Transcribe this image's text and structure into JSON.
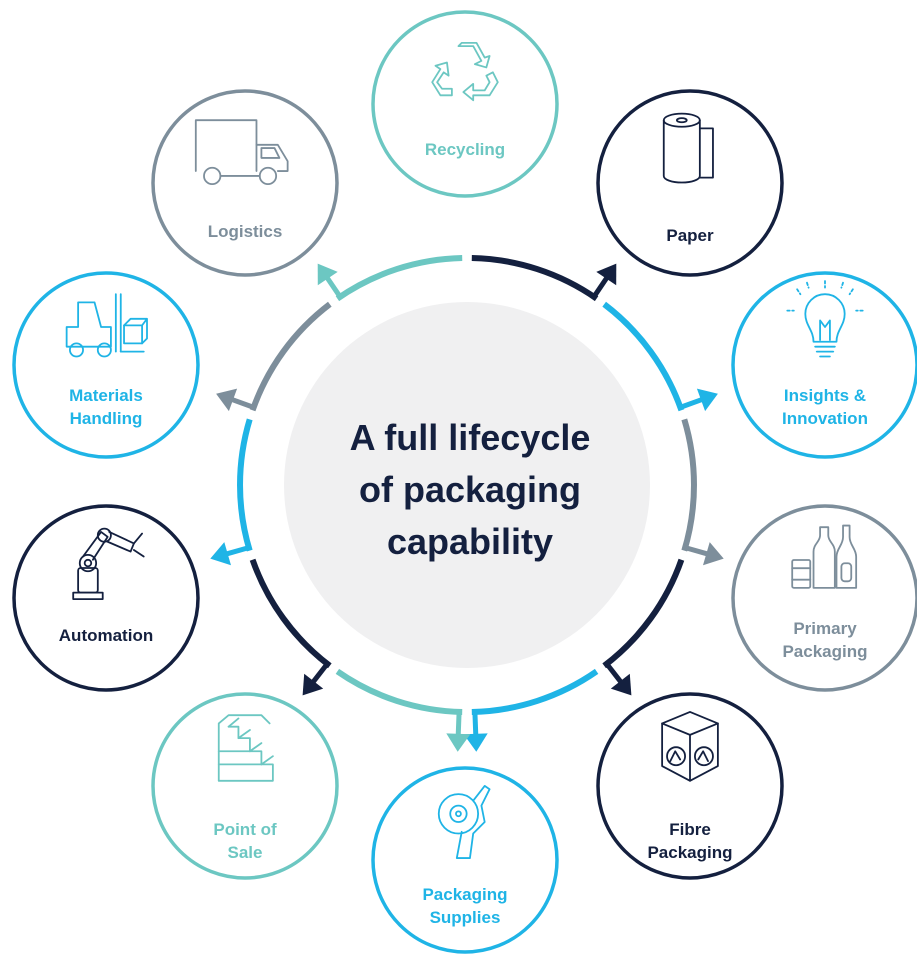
{
  "center": {
    "lines": [
      "A full lifecycle",
      "of packaging",
      "capability"
    ]
  },
  "colors": {
    "teal": "#6cc7c2",
    "navy": "#14203f",
    "cyan": "#1fb4e6",
    "grey": "#7d8e9b",
    "center_fill": "#f0f0f1"
  },
  "nodes": [
    {
      "id": "recycling",
      "lines": [
        "Recycling"
      ],
      "icon": "recycle-icon",
      "color": "teal"
    },
    {
      "id": "paper",
      "lines": [
        "Paper"
      ],
      "icon": "paper-roll-icon",
      "color": "navy"
    },
    {
      "id": "insights-innovation",
      "lines": [
        "Insights &",
        "Innovation"
      ],
      "icon": "lightbulb-icon",
      "color": "cyan"
    },
    {
      "id": "primary-packaging",
      "lines": [
        "Primary",
        "Packaging"
      ],
      "icon": "bottles-icon",
      "color": "grey"
    },
    {
      "id": "fibre-packaging",
      "lines": [
        "Fibre",
        "Packaging"
      ],
      "icon": "box-icon",
      "color": "navy"
    },
    {
      "id": "packaging-supplies",
      "lines": [
        "Packaging",
        "Supplies"
      ],
      "icon": "tape-dispenser-icon",
      "color": "cyan"
    },
    {
      "id": "point-of-sale",
      "lines": [
        "Point of",
        "Sale"
      ],
      "icon": "display-stand-icon",
      "color": "teal"
    },
    {
      "id": "automation",
      "lines": [
        "Automation"
      ],
      "icon": "robot-arm-icon",
      "color": "navy"
    },
    {
      "id": "materials-handling",
      "lines": [
        "Materials",
        "Handling"
      ],
      "icon": "forklift-icon",
      "color": "cyan"
    },
    {
      "id": "logistics",
      "lines": [
        "Logistics"
      ],
      "icon": "truck-icon",
      "color": "grey"
    }
  ],
  "ring_segments": [
    {
      "color": "navy",
      "direction": "clockwise"
    },
    {
      "color": "cyan",
      "direction": "clockwise"
    },
    {
      "color": "grey",
      "direction": "clockwise"
    },
    {
      "color": "navy",
      "direction": "clockwise"
    },
    {
      "color": "cyan",
      "direction": "clockwise"
    },
    {
      "color": "teal",
      "direction": "counterclockwise"
    },
    {
      "color": "navy",
      "direction": "counterclockwise"
    },
    {
      "color": "cyan",
      "direction": "counterclockwise"
    },
    {
      "color": "grey",
      "direction": "counterclockwise"
    },
    {
      "color": "teal",
      "direction": "counterclockwise"
    }
  ]
}
